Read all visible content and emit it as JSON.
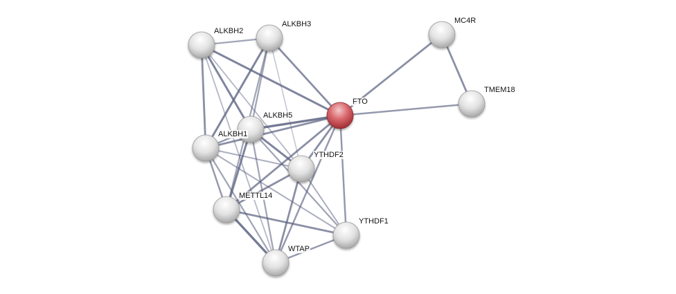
{
  "network": {
    "query_color": "#c9474d",
    "node_color": "#e4e4e4",
    "edge_color": "#59607f",
    "nodes": [
      {
        "id": "ALKBH2",
        "label": "ALKBH2",
        "query": false
      },
      {
        "id": "ALKBH3",
        "label": "ALKBH3",
        "query": false
      },
      {
        "id": "MC4R",
        "label": "MC4R",
        "query": false
      },
      {
        "id": "TMEM18",
        "label": "TMEM18",
        "query": false
      },
      {
        "id": "FTO",
        "label": "FTO",
        "query": true
      },
      {
        "id": "ALKBH5",
        "label": "ALKBH5",
        "query": false
      },
      {
        "id": "ALKBH1",
        "label": "ALKBH1",
        "query": false
      },
      {
        "id": "YTHDF2",
        "label": "YTHDF2",
        "query": false
      },
      {
        "id": "METTL14",
        "label": "METTL14",
        "query": false
      },
      {
        "id": "YTHDF1",
        "label": "YTHDF1",
        "query": false
      },
      {
        "id": "WTAP",
        "label": "WTAP",
        "query": false
      }
    ],
    "edges": [
      [
        "ALKBH2",
        "ALKBH3",
        0.5
      ],
      [
        "ALKBH2",
        "FTO",
        0.8
      ],
      [
        "ALKBH2",
        "ALKBH1",
        0.7
      ],
      [
        "ALKBH2",
        "ALKBH5",
        0.8
      ],
      [
        "ALKBH2",
        "YTHDF2",
        0.3
      ],
      [
        "ALKBH2",
        "WTAP",
        0.3
      ],
      [
        "ALKBH3",
        "FTO",
        0.7
      ],
      [
        "ALKBH3",
        "ALKBH1",
        0.8
      ],
      [
        "ALKBH3",
        "ALKBH5",
        0.5
      ],
      [
        "ALKBH3",
        "YTHDF2",
        0.2
      ],
      [
        "ALKBH3",
        "METTL14",
        0.5
      ],
      [
        "FTO",
        "MC4R",
        0.7
      ],
      [
        "FTO",
        "TMEM18",
        0.6
      ],
      [
        "MC4R",
        "TMEM18",
        0.7
      ],
      [
        "FTO",
        "ALKBH5",
        0.9
      ],
      [
        "FTO",
        "ALKBH1",
        0.7
      ],
      [
        "FTO",
        "YTHDF2",
        0.7
      ],
      [
        "FTO",
        "METTL14",
        0.7
      ],
      [
        "FTO",
        "WTAP",
        0.6
      ],
      [
        "FTO",
        "YTHDF1",
        0.6
      ],
      [
        "ALKBH5",
        "ALKBH1",
        0.6
      ],
      [
        "ALKBH5",
        "YTHDF2",
        0.8
      ],
      [
        "ALKBH5",
        "METTL14",
        0.8
      ],
      [
        "ALKBH5",
        "WTAP",
        0.5
      ],
      [
        "ALKBH5",
        "YTHDF1",
        0.5
      ],
      [
        "ALKBH1",
        "YTHDF2",
        0.4
      ],
      [
        "ALKBH1",
        "METTL14",
        0.6
      ],
      [
        "ALKBH1",
        "WTAP",
        0.5
      ],
      [
        "ALKBH1",
        "YTHDF1",
        0.4
      ],
      [
        "YTHDF2",
        "METTL14",
        0.7
      ],
      [
        "YTHDF2",
        "WTAP",
        0.7
      ],
      [
        "YTHDF2",
        "YTHDF1",
        0.4
      ],
      [
        "METTL14",
        "WTAP",
        0.9
      ],
      [
        "METTL14",
        "YTHDF1",
        0.7
      ],
      [
        "WTAP",
        "YTHDF1",
        0.6
      ]
    ]
  }
}
